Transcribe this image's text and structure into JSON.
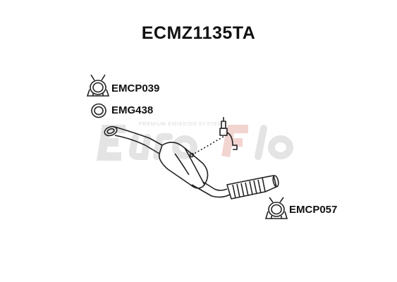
{
  "title": "ECMZ1135TA",
  "parts": [
    {
      "code": "EMCP039",
      "kind": "clamp"
    },
    {
      "code": "EMG438",
      "kind": "gasket"
    },
    {
      "code": "EMCP057",
      "kind": "clamp"
    }
  ],
  "main_part": {
    "kind": "catalytic-converter-with-lambda-sensor"
  },
  "watermark": {
    "brand": "EuroFlo",
    "tagline": "PREMIUM EMISSION SYSTEMS"
  },
  "colors": {
    "line": "#222222",
    "watermark": "#e4e4e4",
    "watermark_accent": "#f2d4d0",
    "text": "#111111"
  }
}
